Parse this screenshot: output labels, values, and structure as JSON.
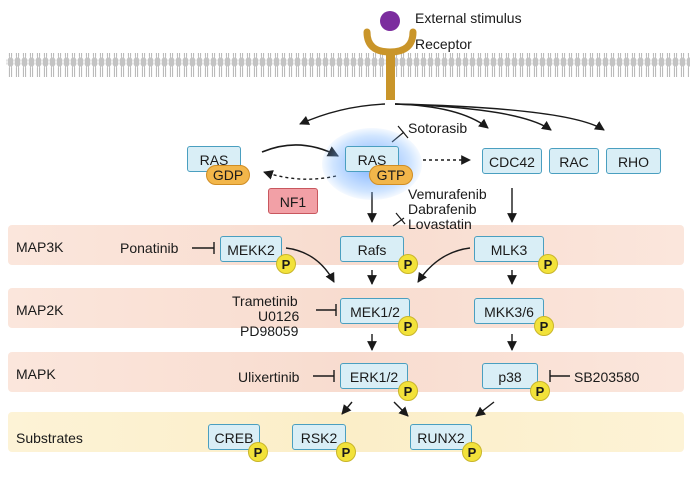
{
  "stimulus": {
    "label": "External stimulus"
  },
  "receptor": {
    "label": "Receptor"
  },
  "gtpases": {
    "ras_gdp": "RAS",
    "gdp": "GDP",
    "ras_gtp": "RAS",
    "gtp": "GTP",
    "nf1": "NF1",
    "cdc42": "CDC42",
    "rac": "RAC",
    "rho": "RHO"
  },
  "inhibitors": {
    "sotorasib": "Sotorasib",
    "raf_inhibitors": [
      "Vemurafenib",
      "Dabrafenib",
      "Lovastatin"
    ],
    "ponatinib": "Ponatinib",
    "mek_inhibitors": [
      "Trametinib",
      "U0126",
      "PD98059"
    ],
    "ulixertinib": "Ulixertinib",
    "sb203580": "SB203580"
  },
  "tiers": {
    "map3k": "MAP3K",
    "map2k": "MAP2K",
    "mapk": "MAPK",
    "substrates": "Substrates"
  },
  "kinases": {
    "mekk2": "MEKK2",
    "rafs": "Rafs",
    "mlk3": "MLK3",
    "mek12": "MEK1/2",
    "mkk36": "MKK3/6",
    "erk12": "ERK1/2",
    "p38": "p38",
    "creb": "CREB",
    "rsk2": "RSK2",
    "runx2": "RUNX2"
  },
  "phospho": "P",
  "colors": {
    "box_fill": "#d9eef6",
    "box_border": "#4a9fc0",
    "phospho": "#f2e23a",
    "gtp_pill": "#f2b64a",
    "nf1_fill": "#f2a0a6",
    "stimulus": "#7b2c9e",
    "receptor": "#c9952a",
    "band_kinase": "#f8dccf",
    "band_substrate": "#fbeec8"
  }
}
